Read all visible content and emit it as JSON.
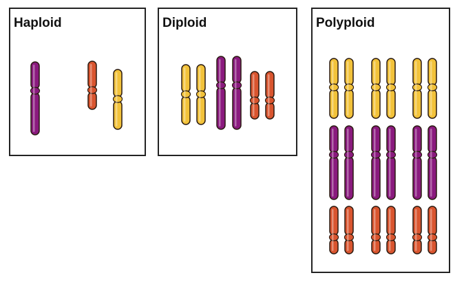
{
  "panels": [
    {
      "title": "Haploid"
    },
    {
      "title": "Diploid"
    },
    {
      "title": "Polyploid"
    }
  ],
  "colors": {
    "yellow": "#f2c23a",
    "purple": "#8a1a7e",
    "red": "#d9552f",
    "outline": "#2a1a10"
  }
}
